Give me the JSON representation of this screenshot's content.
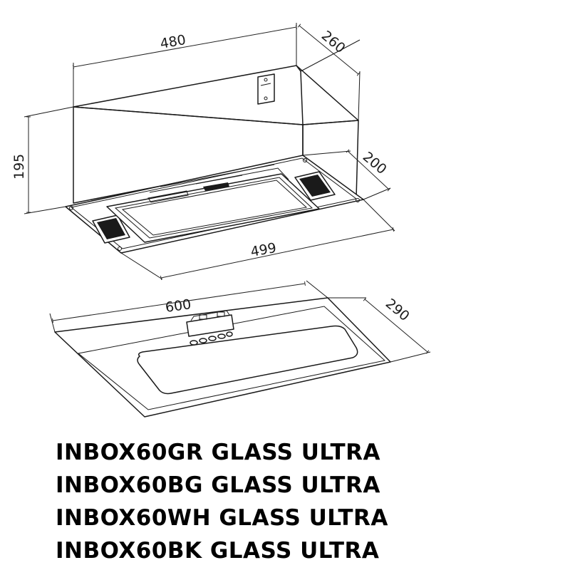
{
  "dimensions": {
    "top_width": "480",
    "top_depth": "260",
    "height": "195",
    "front_depth": "200",
    "front_width": "499",
    "panel_width": "600",
    "panel_depth": "290"
  },
  "models": [
    "INBOX60GR GLASS ULTRA",
    "INBOX60BG GLASS ULTRA",
    "INBOX60WH GLASS ULTRA",
    "INBOX60BK GLASS ULTRA"
  ]
}
